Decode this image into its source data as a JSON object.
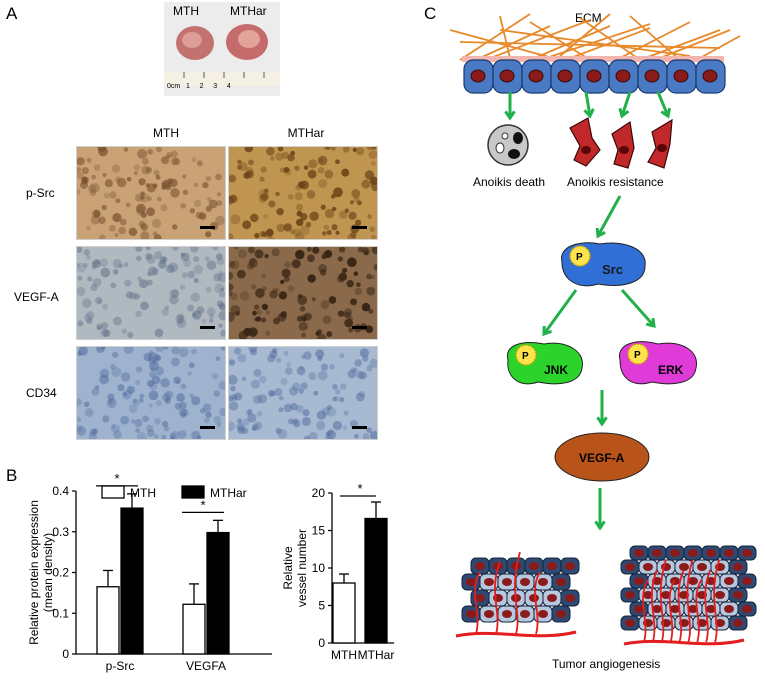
{
  "panels": {
    "a": {
      "letter": "A",
      "photo_labels": [
        "MTH",
        "MTHar"
      ],
      "ruler_text": "0cm   1     2     3     4",
      "column_headers": [
        "MTH",
        "MTHar"
      ],
      "row_labels": [
        "p-Src",
        "VEGF-A",
        "CD34"
      ],
      "stain_colors": {
        "psrc_mth": "#c9a276",
        "psrc_mthar": "#c0954f",
        "vegf_mth": "#b0b8c0",
        "vegf_mthar": "#8a6a4a",
        "cd34_mth": "#9fb3cf",
        "cd34_mthar": "#a8b9d2"
      }
    },
    "b": {
      "letter": "B"
    },
    "c": {
      "letter": "C",
      "ecm_label": "ECM",
      "anoikis_death": "Anoikis death",
      "anoikis_resistance": "Anoikis resistance",
      "src_label": "Src",
      "jnk_label": "JNK",
      "erk_label": "ERK",
      "vegfa_label": "VEGF-A",
      "p_label": "P",
      "tumor_label": "Tumor angiogenesis",
      "colors": {
        "arrow": "#22b04a",
        "ecm_fiber": "#e8892a",
        "cell": "#2d5fa8",
        "nucleus": "#8b1a1a",
        "src": "#2f6fd6",
        "jnk": "#2bd32b",
        "erk": "#e03ad8",
        "vegfa": "#b8541a",
        "vessel": "#e41e1e",
        "resist_cell": "#c0282a"
      }
    }
  },
  "chart_data": [
    {
      "type": "bar",
      "categories": [
        "p-Src",
        "VEGFA"
      ],
      "series": [
        {
          "name": "MTH",
          "values": [
            0.165,
            0.122
          ],
          "errors": [
            0.04,
            0.05
          ],
          "color": "#ffffff"
        },
        {
          "name": "MTHar",
          "values": [
            0.358,
            0.298
          ],
          "errors": [
            0.035,
            0.03
          ],
          "color": "#000000"
        }
      ],
      "ylabel": "Relative protein expression\n(mean density)",
      "ylim": [
        0,
        0.4
      ],
      "yticks": [
        "0",
        "0.1",
        "0.2",
        "0.3",
        "0.4"
      ],
      "significance": [
        "*",
        "*"
      ],
      "legend_position": "top"
    },
    {
      "type": "bar",
      "categories": [
        "MTH",
        "MTHar"
      ],
      "values": [
        8.0,
        16.6
      ],
      "errors": [
        1.2,
        2.2
      ],
      "colors": [
        "#ffffff",
        "#000000"
      ],
      "ylabel": "Relative\nvessel number",
      "ylim": [
        0,
        20
      ],
      "yticks": [
        "0",
        "5",
        "10",
        "15",
        "20"
      ],
      "significance": [
        "*"
      ]
    }
  ]
}
